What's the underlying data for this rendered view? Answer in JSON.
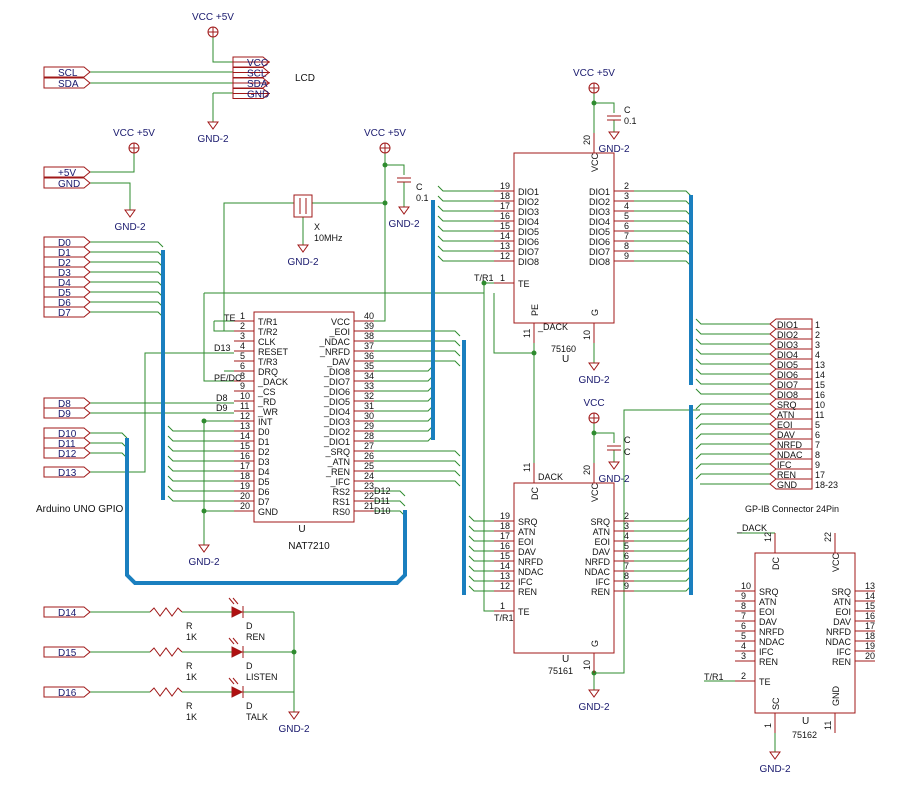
{
  "colors": {
    "wire": "#2e8b2e",
    "bus": "#1a7fbf",
    "part": "#a01818",
    "pin": "#a01818",
    "text": "#1a1a6e",
    "port": "#a01818"
  },
  "power": {
    "vcc5": "VCC +5V",
    "vcc": "VCC",
    "gnd2": "GND-2"
  },
  "lcd": {
    "title": "LCD",
    "pins": [
      "VCC",
      "SCL",
      "SDA",
      "GND"
    ]
  },
  "ports_left": {
    "scl": "SCL",
    "sda": "SDA",
    "p5v": "+5V",
    "gnd": "GND",
    "d": [
      "D0",
      "D1",
      "D2",
      "D3",
      "D4",
      "D5",
      "D6",
      "D7",
      "D8",
      "D9",
      "D10",
      "D11",
      "D12",
      "D13",
      "D14",
      "D15",
      "D16"
    ]
  },
  "arduino_label": "Arduino UNO GPIO",
  "crystal": {
    "ref": "X",
    "value": "10MHz"
  },
  "cap": {
    "ref": "C",
    "value": "0.1"
  },
  "cap2": {
    "ref": "C",
    "value": "C"
  },
  "nat7210": {
    "ref": "U",
    "name": "NAT7210",
    "left": [
      [
        "1",
        "T/R1"
      ],
      [
        "2",
        "T/R2"
      ],
      [
        "3",
        "CLK"
      ],
      [
        "4",
        "RESET"
      ],
      [
        "5",
        "T/R3"
      ],
      [
        "6",
        "DRQ"
      ],
      [
        "8",
        "_DACK"
      ],
      [
        "9",
        "_CS"
      ],
      [
        "10",
        "_RD"
      ],
      [
        "11",
        "_WR"
      ],
      [
        "12",
        "INT"
      ],
      [
        "13",
        "D0"
      ],
      [
        "14",
        "D1"
      ],
      [
        "15",
        "D2"
      ],
      [
        "16",
        "D3"
      ],
      [
        "17",
        "D4"
      ],
      [
        "18",
        "D5"
      ],
      [
        "19",
        "D6"
      ],
      [
        "20",
        "D7"
      ],
      [
        "20",
        "GND"
      ]
    ],
    "right": [
      [
        "40",
        "VCC"
      ],
      [
        "39",
        "_EOI"
      ],
      [
        "38",
        "_NDAC"
      ],
      [
        "37",
        "_NRFD"
      ],
      [
        "36",
        "_DAV"
      ],
      [
        "35",
        "_DIO8"
      ],
      [
        "34",
        "_DIO7"
      ],
      [
        "33",
        "_DIO6"
      ],
      [
        "32",
        "_DIO5"
      ],
      [
        "31",
        "_DIO4"
      ],
      [
        "30",
        "_DIO3"
      ],
      [
        "29",
        "_DIO2"
      ],
      [
        "28",
        "_DIO1"
      ],
      [
        "27",
        "_SRQ"
      ],
      [
        "26",
        "_ATN"
      ],
      [
        "25",
        "_REN"
      ],
      [
        "24",
        "_IFC"
      ],
      [
        "23",
        "RS2"
      ],
      [
        "22",
        "RS1"
      ],
      [
        "21",
        "RS0"
      ]
    ],
    "ext_left": [
      "TE",
      "",
      "",
      "D13",
      "",
      "PE/DC",
      "",
      "D8",
      "D9"
    ],
    "ext_right_rs": [
      "D12",
      "D11",
      "D10"
    ]
  },
  "u75160": {
    "ref": "U",
    "name": "75160",
    "vcc_pin": "20",
    "g_pin": "10",
    "pe_pin": "11",
    "te_pin": "1",
    "left": [
      [
        "19",
        "DIO1"
      ],
      [
        "18",
        "DIO2"
      ],
      [
        "17",
        "DIO3"
      ],
      [
        "16",
        "DIO4"
      ],
      [
        "15",
        "DIO5"
      ],
      [
        "14",
        "DIO6"
      ],
      [
        "13",
        "DIO7"
      ],
      [
        "12",
        "DIO8"
      ]
    ],
    "right": [
      [
        "2",
        "DIO1"
      ],
      [
        "3",
        "DIO2"
      ],
      [
        "4",
        "DIO3"
      ],
      [
        "5",
        "DIO4"
      ],
      [
        "6",
        "DIO5"
      ],
      [
        "7",
        "DIO6"
      ],
      [
        "8",
        "DIO7"
      ],
      [
        "9",
        "DIO8"
      ]
    ],
    "te": "TE",
    "pe": "PE",
    "g": "G",
    "vcc": "VCC",
    "dack": "_DACK",
    "tr1": "T/R1"
  },
  "u75161": {
    "ref": "U",
    "name": "75161",
    "vcc_pin": "20",
    "g_pin": "10",
    "dc_pin": "11",
    "te_pin": "1",
    "left": [
      [
        "19",
        "SRQ"
      ],
      [
        "18",
        "ATN"
      ],
      [
        "17",
        "EOI"
      ],
      [
        "16",
        "DAV"
      ],
      [
        "15",
        "NRFD"
      ],
      [
        "14",
        "NDAC"
      ],
      [
        "13",
        "IFC"
      ],
      [
        "12",
        "REN"
      ]
    ],
    "right": [
      [
        "2",
        "SRQ"
      ],
      [
        "3",
        "ATN"
      ],
      [
        "4",
        "EOI"
      ],
      [
        "5",
        "DAV"
      ],
      [
        "6",
        "NRFD"
      ],
      [
        "7",
        "NDAC"
      ],
      [
        "8",
        "IFC"
      ],
      [
        "9",
        "REN"
      ]
    ],
    "te": "TE",
    "dc": "DC",
    "g": "G",
    "vcc": "VCC",
    "dack": "DACK",
    "tr1": "T/R1"
  },
  "gpib": {
    "title": "GP-IB Connector 24Pin",
    "pins": [
      [
        "DIO1",
        "1"
      ],
      [
        "DIO2",
        "2"
      ],
      [
        "DIO3",
        "3"
      ],
      [
        "DIO4",
        "4"
      ],
      [
        "DIO5",
        "13"
      ],
      [
        "DIO6",
        "14"
      ],
      [
        "DIO7",
        "15"
      ],
      [
        "DIO8",
        "16"
      ],
      [
        "SRQ",
        "10"
      ],
      [
        "ATN",
        "11"
      ],
      [
        "EOI",
        "5"
      ],
      [
        "DAV",
        "6"
      ],
      [
        "NRFD",
        "7"
      ],
      [
        "NDAC",
        "8"
      ],
      [
        "IFC",
        "9"
      ],
      [
        "REN",
        "17"
      ],
      [
        "GND",
        "18-23"
      ]
    ]
  },
  "u75162": {
    "ref": "U",
    "name": "75162",
    "dack": "_DACK",
    "tr1": "T/R1",
    "left": [
      [
        "10",
        "SRQ"
      ],
      [
        "9",
        "ATN"
      ],
      [
        "8",
        "EOI"
      ],
      [
        "7",
        "DAV"
      ],
      [
        "6",
        "NRFD"
      ],
      [
        "5",
        "NDAC"
      ],
      [
        "4",
        "IFC"
      ],
      [
        "3",
        "REN"
      ]
    ],
    "right": [
      [
        "13",
        "SRQ"
      ],
      [
        "14",
        "ATN"
      ],
      [
        "15",
        "EOI"
      ],
      [
        "16",
        "DAV"
      ],
      [
        "17",
        "NRFD"
      ],
      [
        "18",
        "NDAC"
      ],
      [
        "19",
        "IFC"
      ],
      [
        "20",
        "REN"
      ]
    ],
    "dc": "DC",
    "dc_pin": "12",
    "vcc": "VCC",
    "vcc_pin": "22",
    "te": "TE",
    "te_pin": "2",
    "sc": "SC",
    "sc_pin": "1",
    "gnd": "GND",
    "gnd_pin": "11"
  },
  "leds": [
    {
      "port": "D14",
      "r": "R",
      "rv": "1K",
      "d": "D",
      "name": "REN"
    },
    {
      "port": "D15",
      "r": "R",
      "rv": "1K",
      "d": "D",
      "name": "LISTEN"
    },
    {
      "port": "D16",
      "r": "R",
      "rv": "1K",
      "d": "D",
      "name": "TALK"
    }
  ]
}
